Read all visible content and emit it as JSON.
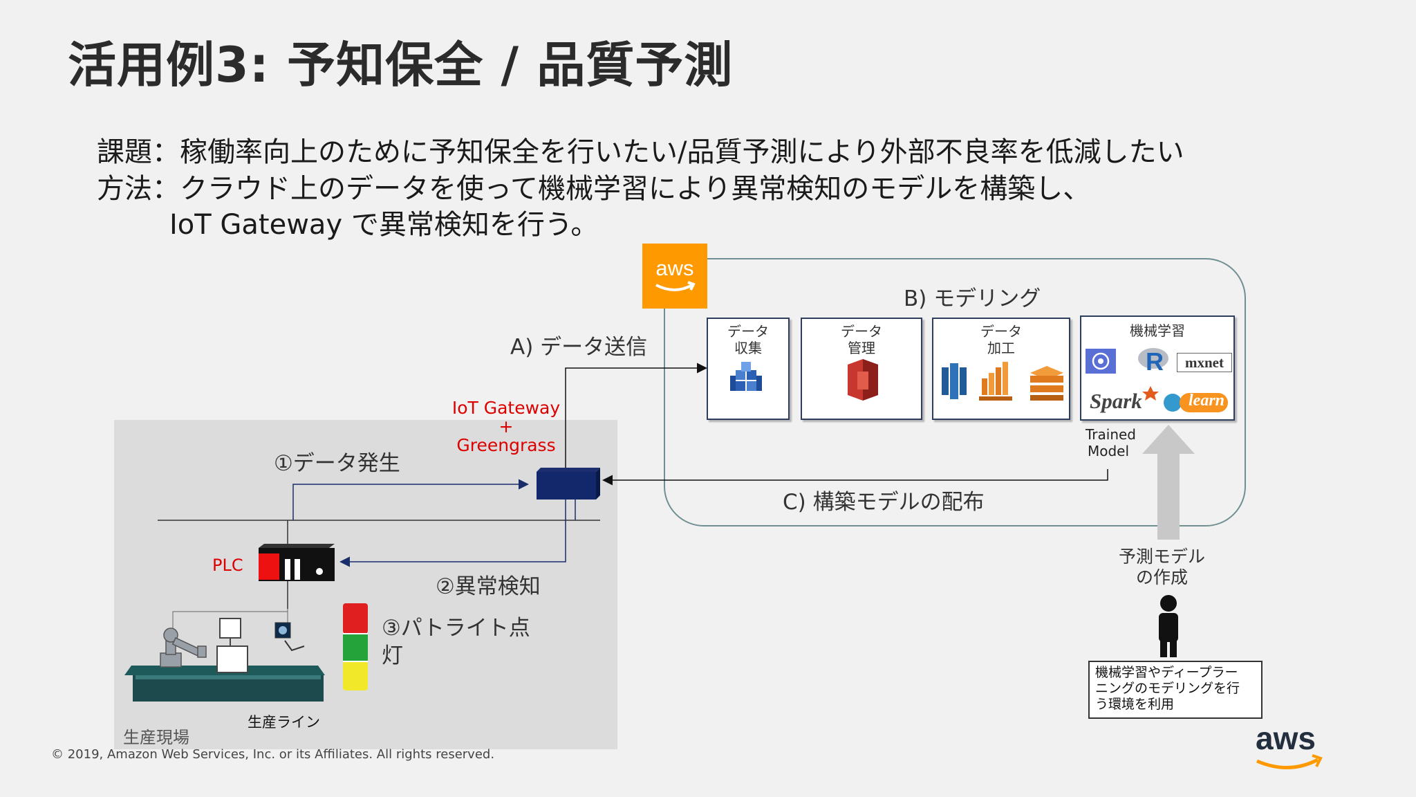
{
  "slide": {
    "title": "活用例3: 予知保全 / 品質予測",
    "issue_line": "課題：稼働率向上のために予知保全を行いたい/品質予測により外部不良率を低減したい",
    "method_line": "方法：クラウド上のデータを使って機械学習により異常検知のモデルを構築し、",
    "method_cont": "IoT Gateway で異常検知を行う。",
    "copyright": "© 2019, Amazon Web Services, Inc. or its Affiliates. All rights reserved.",
    "aws_logo_text": "aws"
  },
  "cloud": {
    "modeling_label": "B) モデリング",
    "send_label": "A) データ送信",
    "deploy_label": "C) 構築モデルの配布",
    "boxes": [
      {
        "line1": "データ",
        "line2": "収集",
        "icon": "aws-iot-icon"
      },
      {
        "line1": "データ",
        "line2": "管理",
        "icon": "s3-bucket-icon"
      },
      {
        "line1": "データ",
        "line2": "加工",
        "icon": "analytics-icons"
      }
    ],
    "ml_box": {
      "title": "機械学習",
      "logos": [
        "sagemaker-icon",
        "r-icon",
        "mxnet",
        "Spark",
        "learn"
      ],
      "mxnet_text": "mxnet",
      "spark_text": "Spark",
      "sklearn_text": "learn",
      "r_text": "R"
    },
    "trained_model": "Trained\nModel",
    "trained_line1": "Trained",
    "trained_line2": "Model"
  },
  "gateway": {
    "line1": "IoT Gateway",
    "line2": "+",
    "line3": "Greengrass"
  },
  "factory": {
    "step1": "①データ発生",
    "step2": "②異常検知",
    "step3_line1": "③パトライト点",
    "step3_line2": "灯",
    "plc": "PLC",
    "line_label": "生産ライン",
    "site_label": "生産現場"
  },
  "person": {
    "create_line1": "予測モデル",
    "create_line2": "の作成",
    "note_line1": "機械学習やディープラー",
    "note_line2": "ニングのモデリングを行",
    "note_line3": "う環境を利用"
  },
  "colors": {
    "aws_orange": "#ff9900",
    "navy": "#1a2d6b",
    "red": "#dd0000",
    "cloud_border": "#6f8f92"
  }
}
